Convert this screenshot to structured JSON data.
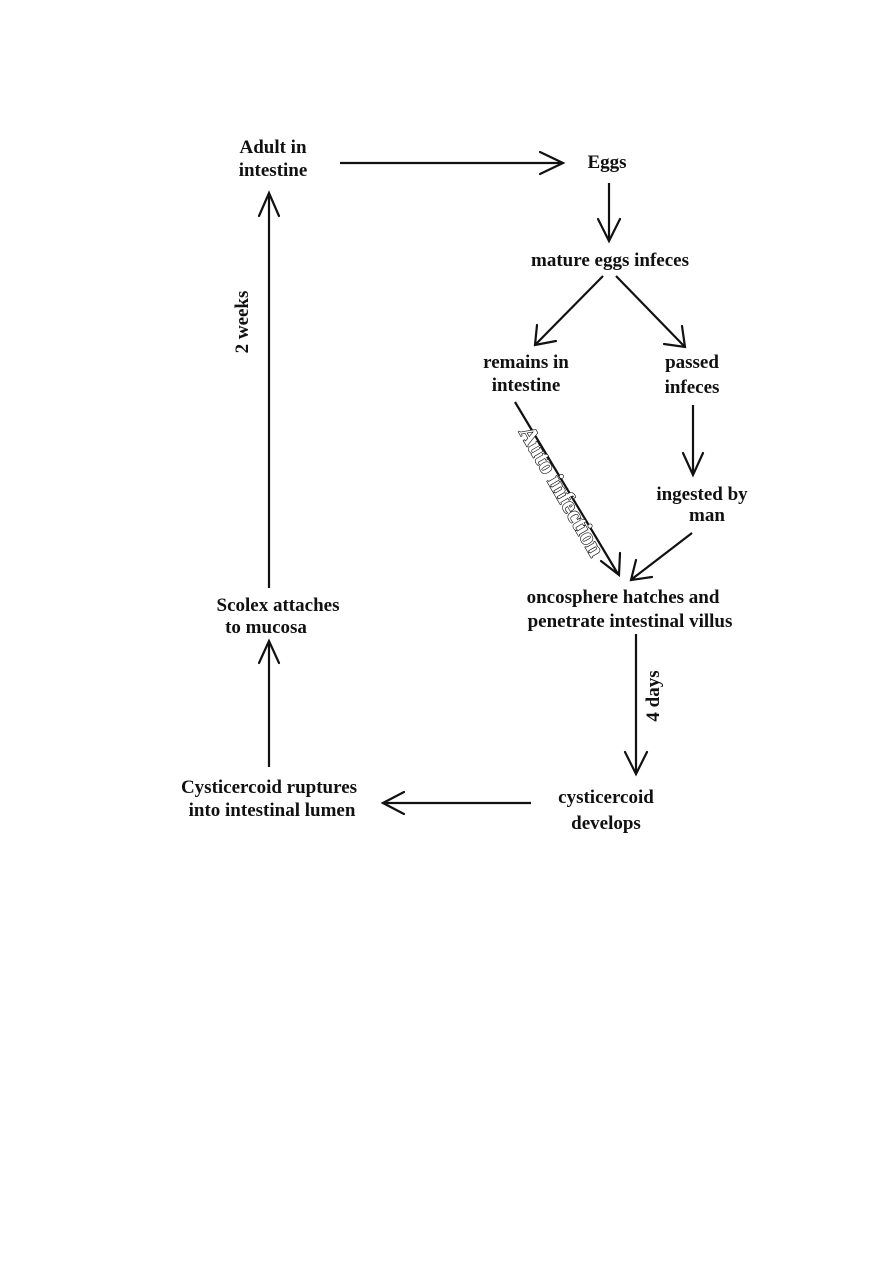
{
  "nodes": {
    "adult_in_intestine": {
      "line1": "Adult in",
      "line2": "intestine"
    },
    "eggs": {
      "line1": "Eggs"
    },
    "mature_eggs": {
      "line1": "mature eggs infeces"
    },
    "remains_in_intestine": {
      "line1": "remains in",
      "line2": "intestine"
    },
    "passed_infeces": {
      "line1": "passed",
      "line2": "infeces"
    },
    "ingested_by_man": {
      "line1": "ingested by",
      "line2": "man"
    },
    "oncosphere": {
      "line1": "oncosphere hatches and",
      "line2": "penetrate intestinal villus"
    },
    "cysticercoid_develops": {
      "line1": "cysticercoid",
      "line2": "develops"
    },
    "cysticercoid_ruptures": {
      "line1": "Cysticercoid ruptures",
      "line2": "into intestinal lumen"
    },
    "scolex_attaches": {
      "line1": "Scolex attaches",
      "line2": "to mucosa"
    }
  },
  "edge_labels": {
    "two_weeks": "2 weeks",
    "four_days": "4 days",
    "auto_infection": "Auto infection"
  }
}
